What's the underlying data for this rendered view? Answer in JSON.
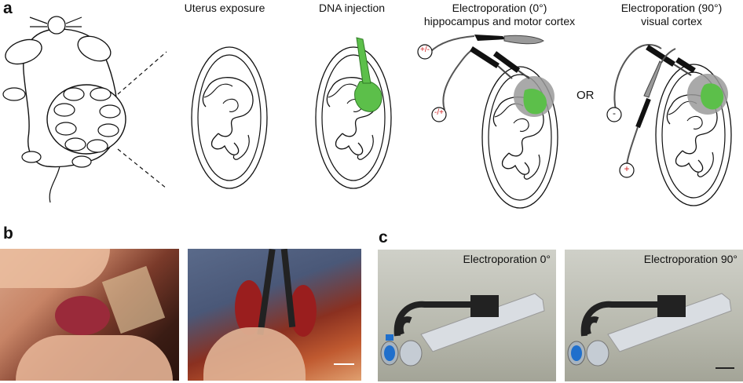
{
  "panels": {
    "a": {
      "letter": "a",
      "steps": [
        {
          "label": "Uterus exposure"
        },
        {
          "label": "DNA injection"
        },
        {
          "label_line1": "Electroporation (0°)",
          "label_line2": "hippocampus and motor cortex"
        },
        {
          "label_line1": "Electroporation (90°)",
          "label_line2": "visual cortex"
        }
      ],
      "or_text": "OR",
      "electrode_signs": {
        "zero_top": "+/-",
        "zero_bottom": "-/+",
        "ninety_top": "-",
        "ninety_bottom": "+"
      }
    },
    "b": {
      "letter": "b"
    },
    "c": {
      "letter": "c",
      "renders": [
        {
          "label": "Electroporation 0°"
        },
        {
          "label": "Electroporation 90°"
        }
      ]
    }
  },
  "colors": {
    "injection_green": "#5cbf4a",
    "cortex_gray": "#9a9a9a",
    "sign_red": "#d22020",
    "electrode_blue": "#1f6fcc"
  }
}
